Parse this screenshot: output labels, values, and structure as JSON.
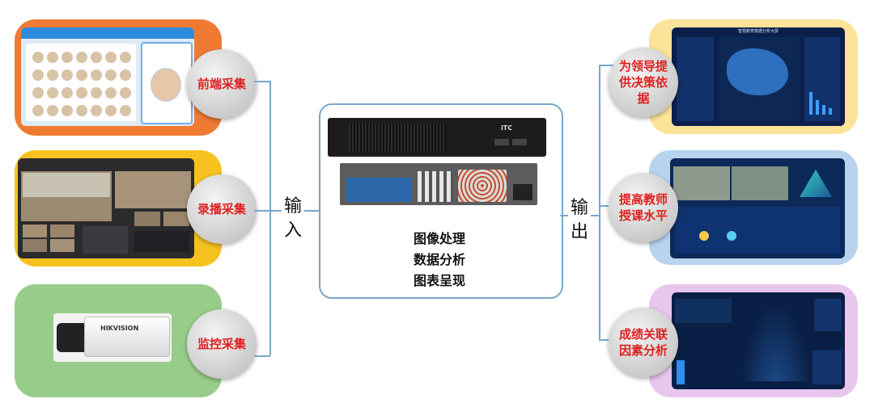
{
  "center": {
    "lines": [
      "图像处理",
      "数据分析",
      "图表呈现"
    ],
    "logo": "iTC"
  },
  "input_label": [
    "输",
    "入"
  ],
  "output_label": [
    "输",
    "出"
  ],
  "inputs": [
    {
      "label": "前端采集",
      "color": "#ef7b32"
    },
    {
      "label": "录播采集",
      "color": "#f7c21f"
    },
    {
      "label": "监控采集",
      "color": "#98cc8a"
    }
  ],
  "outputs": [
    {
      "label": "为领导提供决策依据",
      "color": "#fbe39a"
    },
    {
      "label": "提高教师授课水平",
      "color": "#b7d3ee"
    },
    {
      "label": "成绩关联因素分析",
      "color": "#e9c6ee"
    }
  ],
  "camera_brand": "HIKVISION",
  "dashboard_title": "智慧教育数据分析大屏"
}
